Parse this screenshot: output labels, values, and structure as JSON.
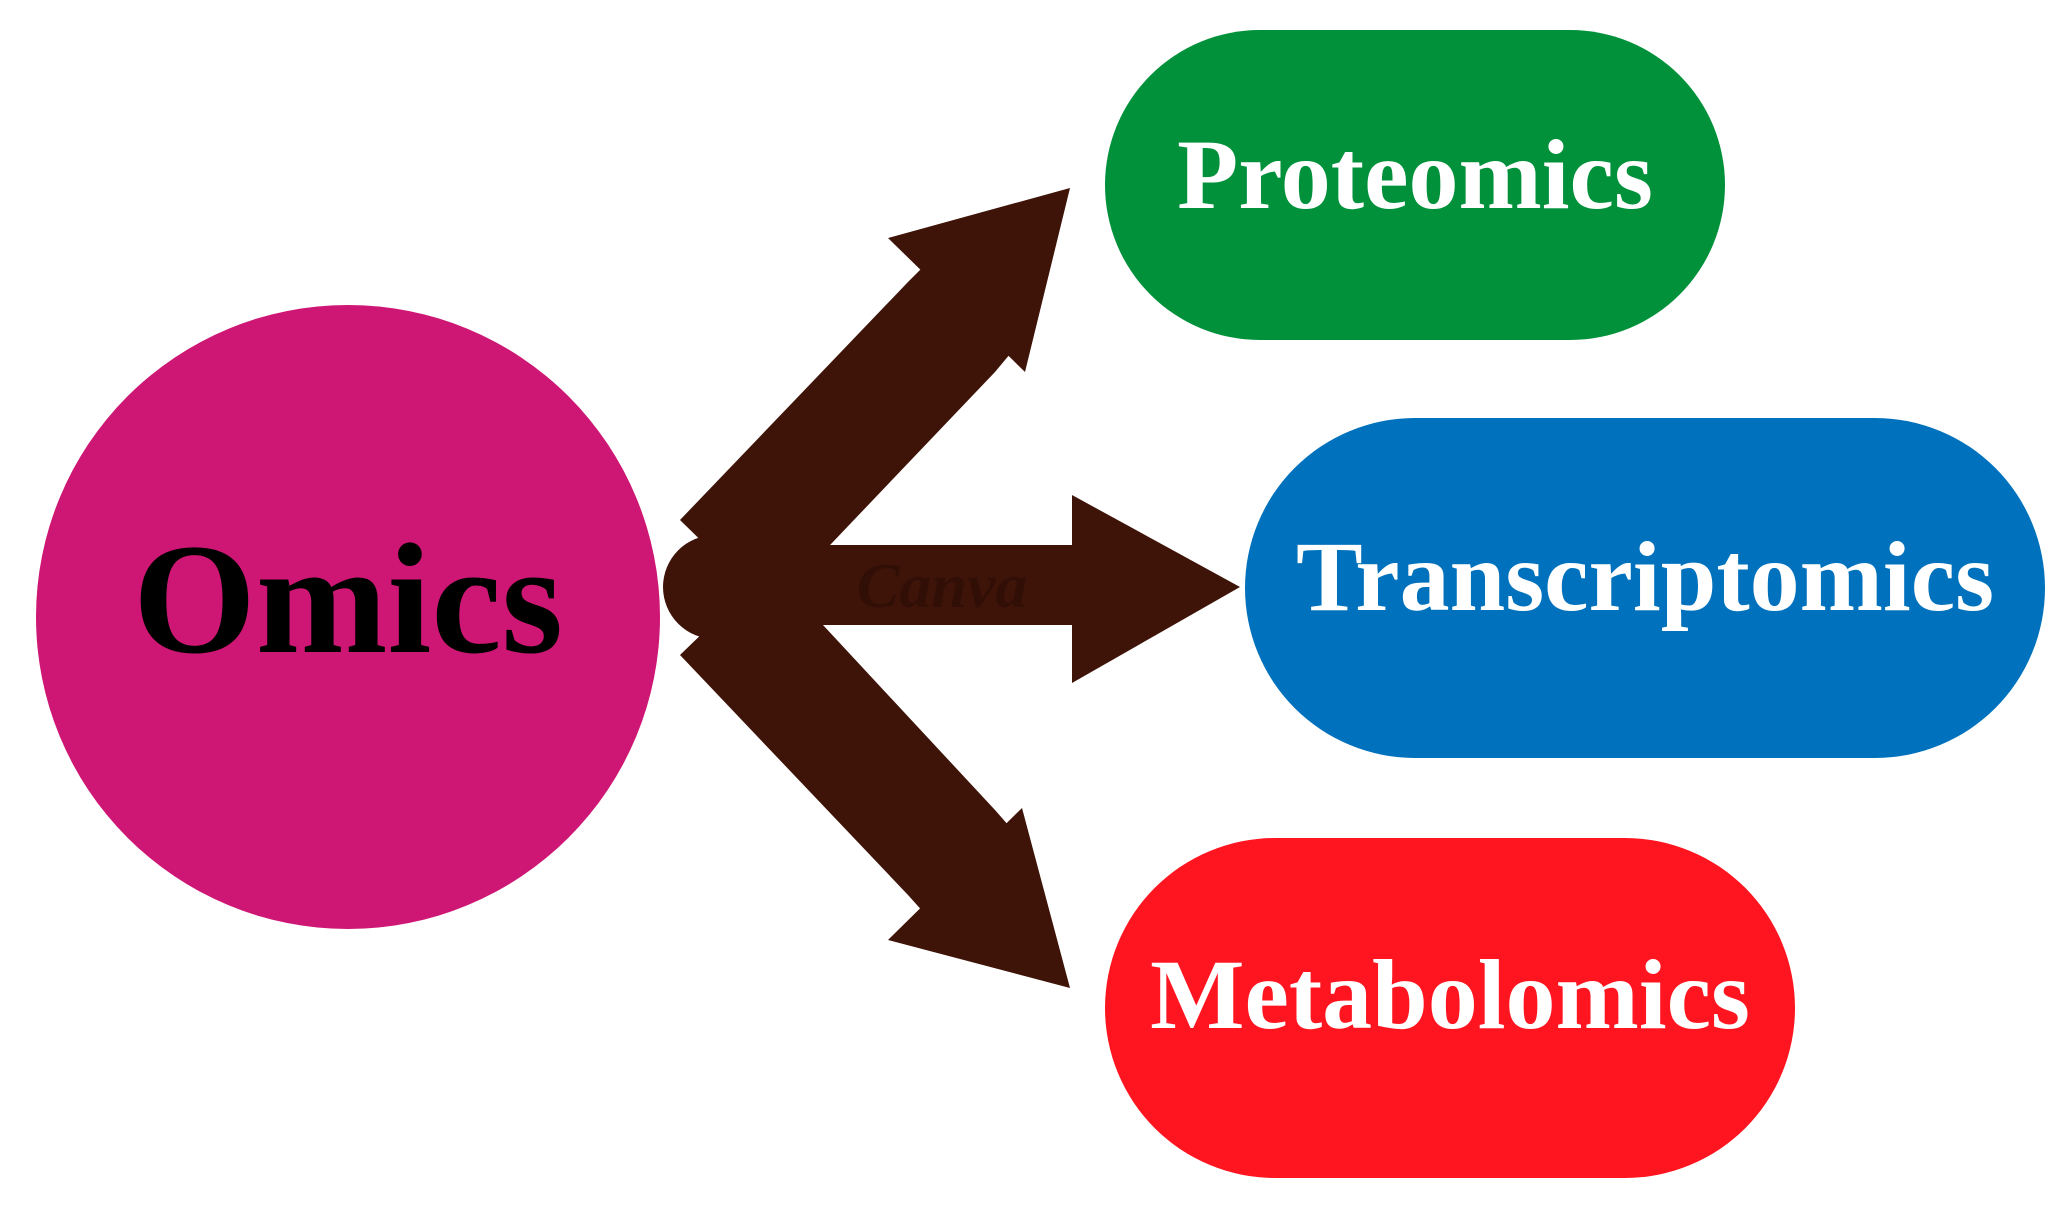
{
  "diagram": {
    "center": {
      "label": "Omics",
      "fill": "#CE1674",
      "text_color": "#000000"
    },
    "branches": [
      {
        "label": "Proteomics",
        "fill": "#00913A",
        "text_color": "#FFFFFF"
      },
      {
        "label": "Transcriptomics",
        "fill": "#0071BC",
        "text_color": "#FFFFFF"
      },
      {
        "label": "Metabolomics",
        "fill": "#FF1520",
        "text_color": "#FFFFFF"
      }
    ],
    "arrow_color": "#3E1308",
    "watermark": {
      "label": "Canva"
    }
  }
}
